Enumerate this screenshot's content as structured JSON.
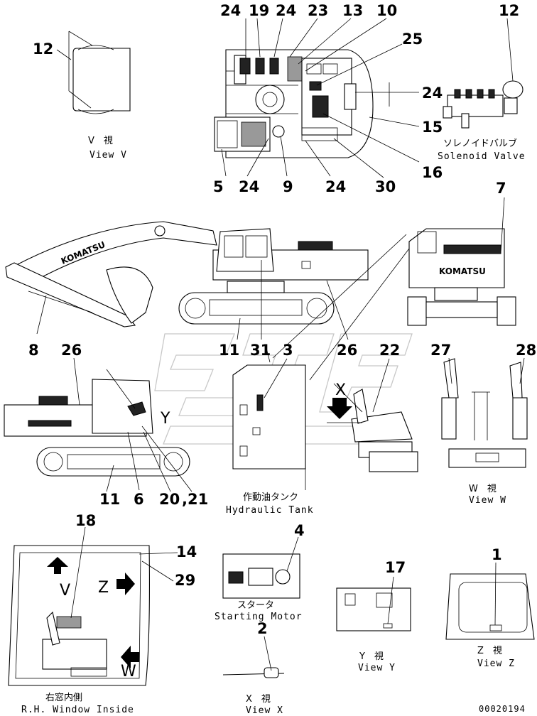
{
  "callouts": [
    {
      "id": "v-12",
      "text": "12"
    },
    {
      "id": "top-24a",
      "text": "24"
    },
    {
      "id": "top-19",
      "text": "19"
    },
    {
      "id": "top-24b",
      "text": "24"
    },
    {
      "id": "top-23",
      "text": "23"
    },
    {
      "id": "top-13",
      "text": "13"
    },
    {
      "id": "top-10",
      "text": "10"
    },
    {
      "id": "top-25",
      "text": "25"
    },
    {
      "id": "top-24c",
      "text": "24"
    },
    {
      "id": "top-15",
      "text": "15"
    },
    {
      "id": "top-16",
      "text": "16"
    },
    {
      "id": "top-5",
      "text": "5"
    },
    {
      "id": "top-24d",
      "text": "24"
    },
    {
      "id": "top-9",
      "text": "9"
    },
    {
      "id": "top-24e",
      "text": "24"
    },
    {
      "id": "top-30",
      "text": "30"
    },
    {
      "id": "sol-12",
      "text": "12"
    },
    {
      "id": "rear-7",
      "text": "7"
    },
    {
      "id": "side-8",
      "text": "8"
    },
    {
      "id": "side-11",
      "text": "11"
    },
    {
      "id": "side-31",
      "text": "31"
    },
    {
      "id": "side-3",
      "text": "3"
    },
    {
      "id": "side-26",
      "text": "26"
    },
    {
      "id": "side-22",
      "text": "22"
    },
    {
      "id": "w-27",
      "text": "27"
    },
    {
      "id": "w-28",
      "text": "28"
    },
    {
      "id": "left-26",
      "text": "26"
    },
    {
      "id": "left-11",
      "text": "11"
    },
    {
      "id": "left-6",
      "text": "6"
    },
    {
      "id": "left-20",
      "text": "20"
    },
    {
      "id": "left-21",
      "text": ",21"
    },
    {
      "id": "cab-18",
      "text": "18"
    },
    {
      "id": "cab-14",
      "text": "14"
    },
    {
      "id": "cab-29",
      "text": "29"
    },
    {
      "id": "start-4",
      "text": "4"
    },
    {
      "id": "x-2",
      "text": "2"
    },
    {
      "id": "y-17",
      "text": "17"
    },
    {
      "id": "z-1",
      "text": "1"
    }
  ],
  "captions": {
    "view_v_jp": "V　視",
    "view_v_en": "View V",
    "solenoid_jp": "ソレノイドバルブ",
    "solenoid_en": "Solenoid Valve",
    "tank_jp": "作動油タンク",
    "tank_en": "Hydraulic Tank",
    "view_w_jp": "W　視",
    "view_w_en": "View W",
    "start_jp": "スタータ",
    "start_en": "Starting Motor",
    "view_y_jp": "Y　視",
    "view_y_en": "View Y",
    "view_z_jp": "Z　視",
    "view_z_en": "View Z",
    "view_x_jp": "X　視",
    "view_x_en": "View X",
    "window_jp": "右窓内側",
    "window_en": "R.H. Window Inside"
  },
  "view_markers": {
    "v": "V",
    "z": "Z",
    "w": "W",
    "x": "X",
    "y": "Y"
  },
  "brand": "KOMATSU",
  "drawing_code": "00020194"
}
